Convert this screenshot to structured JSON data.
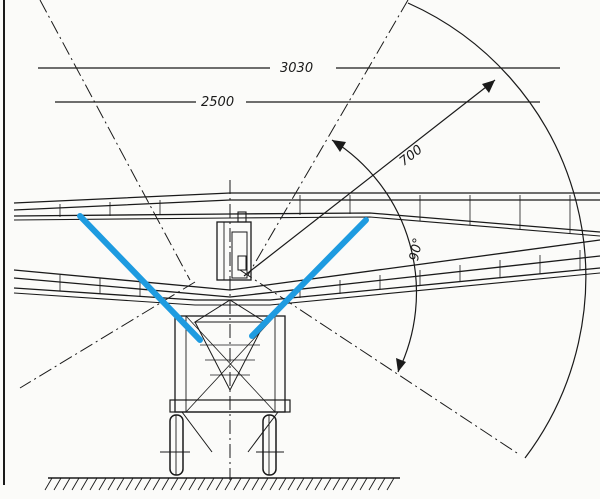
{
  "drawing": {
    "dimensions": {
      "span_upper": "3030",
      "span_lower": "2500",
      "radius": "700",
      "angle": "90°"
    },
    "colors": {
      "ink": "#1a1a1a",
      "paper": "#fbfbf9",
      "highlight": "#1e9be0"
    }
  }
}
